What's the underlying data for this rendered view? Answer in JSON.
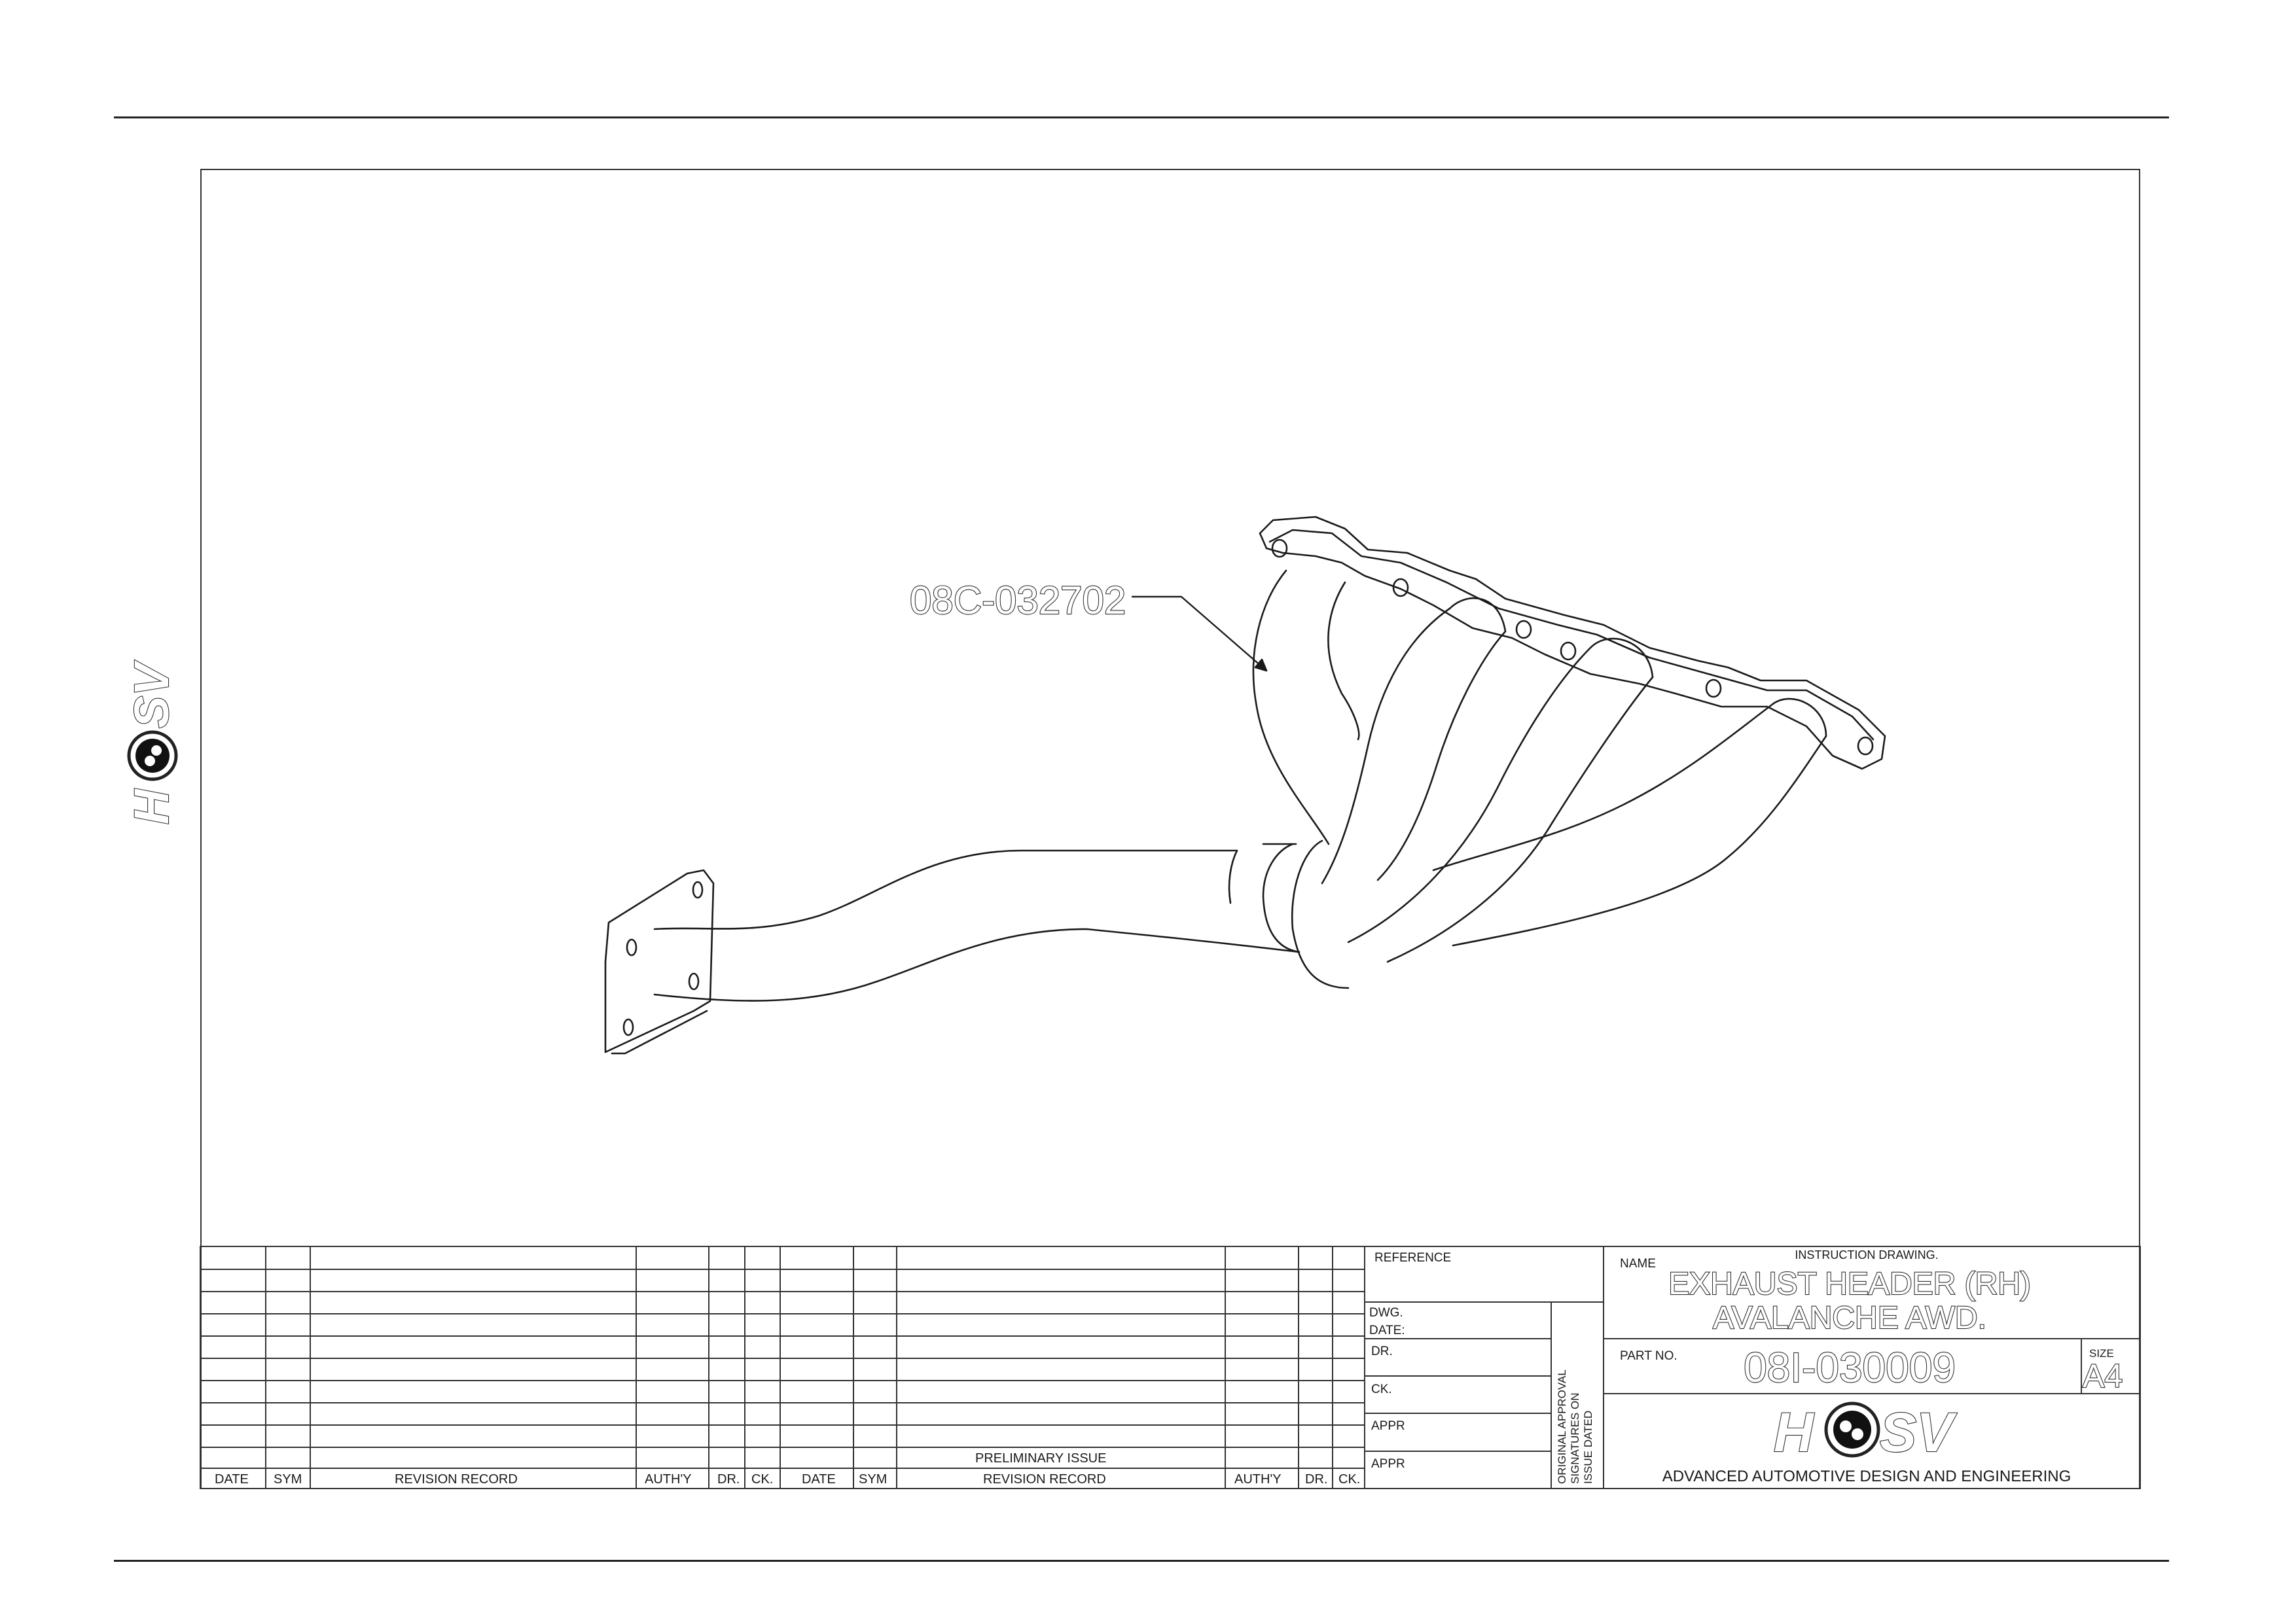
{
  "callout": {
    "part_label": "08C-032702"
  },
  "logo": {
    "text_left": "H",
    "text_right": "SV"
  },
  "revision_table": {
    "headers_left": [
      "DATE",
      "SYM",
      "REVISION RECORD",
      "AUTH'Y",
      "DR.",
      "CK."
    ],
    "headers_right": [
      "DATE",
      "SYM",
      "REVISION RECORD",
      "AUTH'Y",
      "DR.",
      "CK."
    ],
    "preliminary_issue": "PRELIMINARY ISSUE"
  },
  "approval_block": {
    "reference": "REFERENCE",
    "dwg_date": [
      "DWG.",
      "DATE:"
    ],
    "dr": "DR.",
    "ck": "CK.",
    "appr1": "APPR",
    "appr2": "APPR",
    "original_approval": [
      "ORIGINAL APPROVAL",
      "SIGNATURES ON",
      "ISSUE DATED"
    ]
  },
  "title_info": {
    "name_label": "NAME",
    "drawing_kind": "INSTRUCTION DRAWING.",
    "title_line1": "EXHAUST HEADER (RH)",
    "title_line2": "AVALANCHE AWD.",
    "part_no_label": "PART NO.",
    "part_no": "08I-030009",
    "size_label": "SIZE",
    "size": "A4",
    "company_tagline": "ADVANCED AUTOMOTIVE DESIGN AND ENGINEERING"
  },
  "colors": {
    "line": "#222222",
    "outline_text_fill": "#ffffff"
  }
}
